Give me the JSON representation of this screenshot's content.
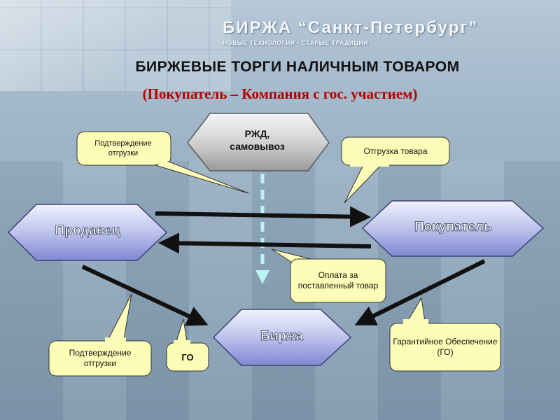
{
  "brand": {
    "name": "БИРЖА “Санкт-Петербург”",
    "tagline": "НОВЫЕ ТЕХНОЛОГИИ - СТАРЫЕ ТРАДИЦИИ"
  },
  "title": "БИРЖЕВЫЕ ТОРГИ НАЛИЧНЫМ ТОВАРОМ",
  "subtitle": "(Покупатель – Компания с гос. участием)",
  "nodes": {
    "seller": "Продавец",
    "buyer": "Покупатель",
    "exchange": "Биржа",
    "carrier": "РЖД,\nсамовывоз"
  },
  "callouts": {
    "confirm_top": "Подтверждение отгрузки",
    "shipment": "Отгрузка товара",
    "payment": "Оплата за поставленный товар",
    "confirm_bottom": "Подтверждение отгрузки",
    "go": "ГО",
    "guarantee": "Гарантийное Обеспечение (ГО)"
  },
  "colors": {
    "hex_fill_top": "#e9ecfb",
    "hex_fill_bottom": "#8c92d8",
    "callout_fill": "#fefdb8",
    "title_red": "#b30000",
    "carrier_fill": "#d0d0d0"
  }
}
